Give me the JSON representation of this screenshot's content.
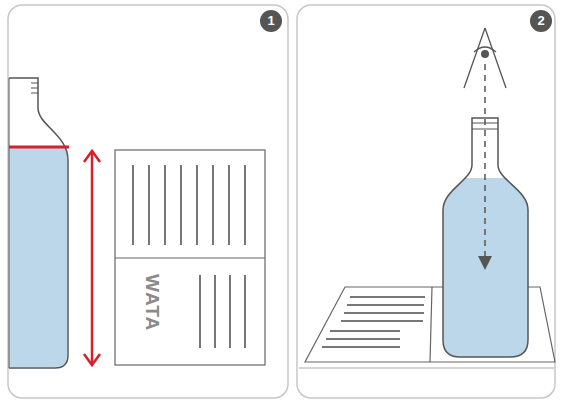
{
  "diagram": {
    "labels": [
      "1",
      "2",
      "WATA"
    ]
  }
}
